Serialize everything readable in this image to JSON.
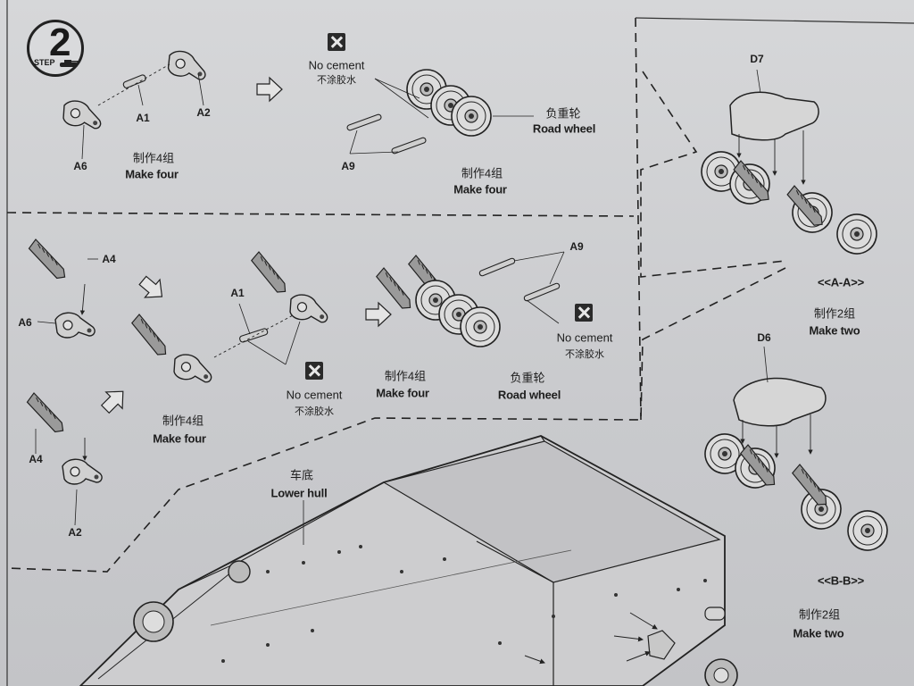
{
  "step": {
    "word": "STEP",
    "number": "2"
  },
  "warnings": {
    "en": "No cement",
    "cn": "不涂胶水"
  },
  "make_four": {
    "cn": "制作4组",
    "en": "Make four"
  },
  "make_two": {
    "cn": "制作2组",
    "en": "Make two"
  },
  "road_wheel": {
    "cn": "负重轮",
    "en": "Road wheel"
  },
  "lower_hull": {
    "cn": "车底",
    "en": "Lower hull"
  },
  "parts": {
    "a1": "A1",
    "a2": "A2",
    "a4": "A4",
    "a6": "A6",
    "a9": "A9",
    "d6": "D6",
    "d7": "D7"
  },
  "views": {
    "aa": "<<A-A>>",
    "bb": "<<B-B>>"
  },
  "colors": {
    "ink": "#1d1d1d",
    "paper": "#d2d3d5"
  },
  "icons": [
    "step-tank-icon",
    "no-cement-x-icon",
    "assembly-arrow-icon"
  ]
}
